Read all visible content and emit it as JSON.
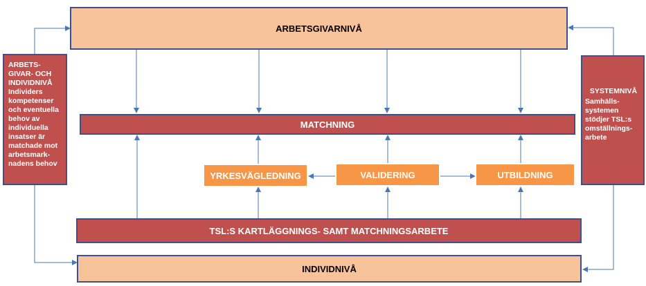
{
  "levels": {
    "employer": "ARBETSGIVARNIVÅ",
    "individual": "INDIVIDNIVÅ"
  },
  "matching": "MATCHNING",
  "mapping": "TSL:S KARTLÄGGNINGS- SAMT MATCHNINGSARBETE",
  "services": {
    "guidance": "YRKESVÄGLEDNING",
    "validation": "VALIDERING",
    "education": "UTBILDNING"
  },
  "left_panel": {
    "heading": "ARBETS-\nGIVAR- OCH\nINDIVIDNIVÅ",
    "body": "Individers\nkompetenser\noch eventuella\nbehov av\nindividuella\ninsatser är\nmatchade mot\narbetsmark-\nnadens behov"
  },
  "right_panel": {
    "heading": "SYSTEMNIVÅ",
    "body": "Samhälls-\nsystemen\nstödjer TSL:s\nomställnings-\narbete"
  },
  "colors": {
    "peach": "#f8c39a",
    "red": "#c0504d",
    "orange": "#f79646",
    "arrow": "#4a78b5",
    "border": "#3e4f8a"
  }
}
